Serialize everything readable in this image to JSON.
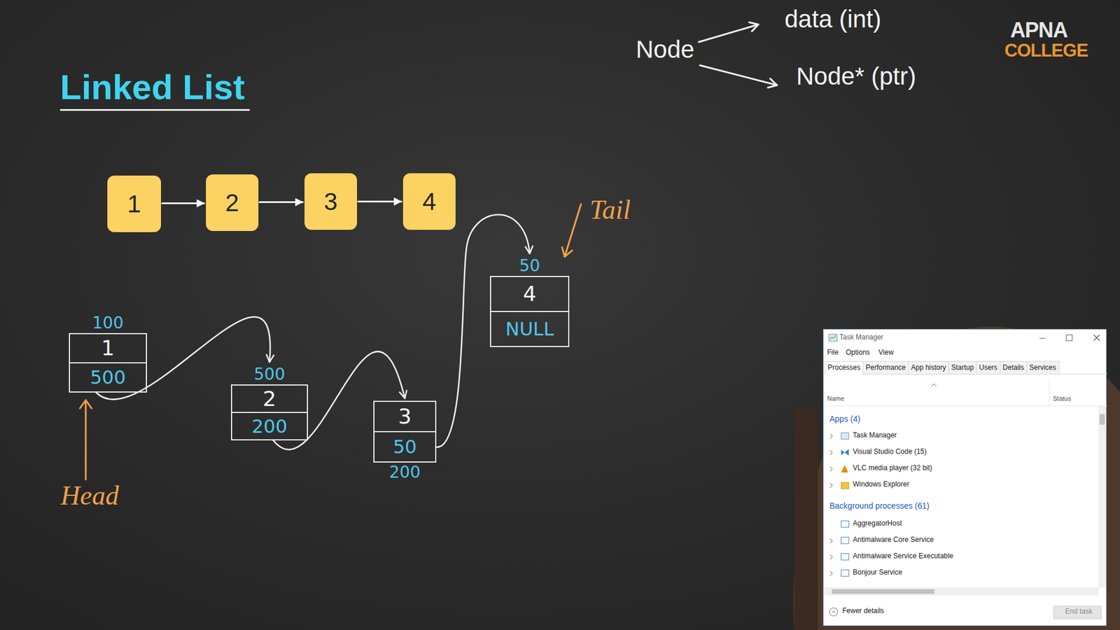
{
  "diagram": {
    "title": "Linked List",
    "nodes": [
      {
        "text": [
          "1"
        ]
      },
      {
        "text": [
          "2"
        ]
      },
      {
        "text": [
          "3"
        ]
      },
      {
        "text": [
          "4"
        ]
      },
      {
        "text": [
          "100",
          "1",
          "500"
        ]
      },
      {
        "text": [
          "500",
          "2",
          "200"
        ]
      },
      {
        "text": [
          "3",
          "50",
          "200"
        ]
      },
      {
        "text": [
          "50",
          "4",
          "NULL"
        ]
      }
    ],
    "edges": [
      {
        "from": 0,
        "to": 1,
        "arrow": "to"
      },
      {
        "from": 1,
        "to": 2,
        "arrow": "to"
      },
      {
        "from": 2,
        "to": 3,
        "arrow": "to"
      },
      {
        "from": 4,
        "to": 5,
        "arrow": "to"
      },
      {
        "from": 5,
        "to": 6,
        "arrow": "to"
      },
      {
        "from": 6,
        "to": 7,
        "arrow": "to"
      }
    ],
    "labels": [
      "Node",
      "data (int)",
      "Node* (ptr)",
      "APNA",
      "COLLEGE",
      "Tail",
      "Head",
      "Task Manager",
      "File",
      "Options",
      "View",
      "Processes",
      "Performance",
      "App history",
      "Startup",
      "Users",
      "Details",
      "Services",
      "Name",
      "Status",
      "Apps (4)",
      "Task Manager",
      "Visual Studio Code (15)",
      "VLC media player (32 bit)",
      "Windows Explorer",
      "Background processes (61)",
      "AggregatorHost",
      "Antimalware Core Service",
      "Antimalware Service Executable",
      "Bonjour Service",
      "Fewer details",
      "End task"
    ]
  }
}
